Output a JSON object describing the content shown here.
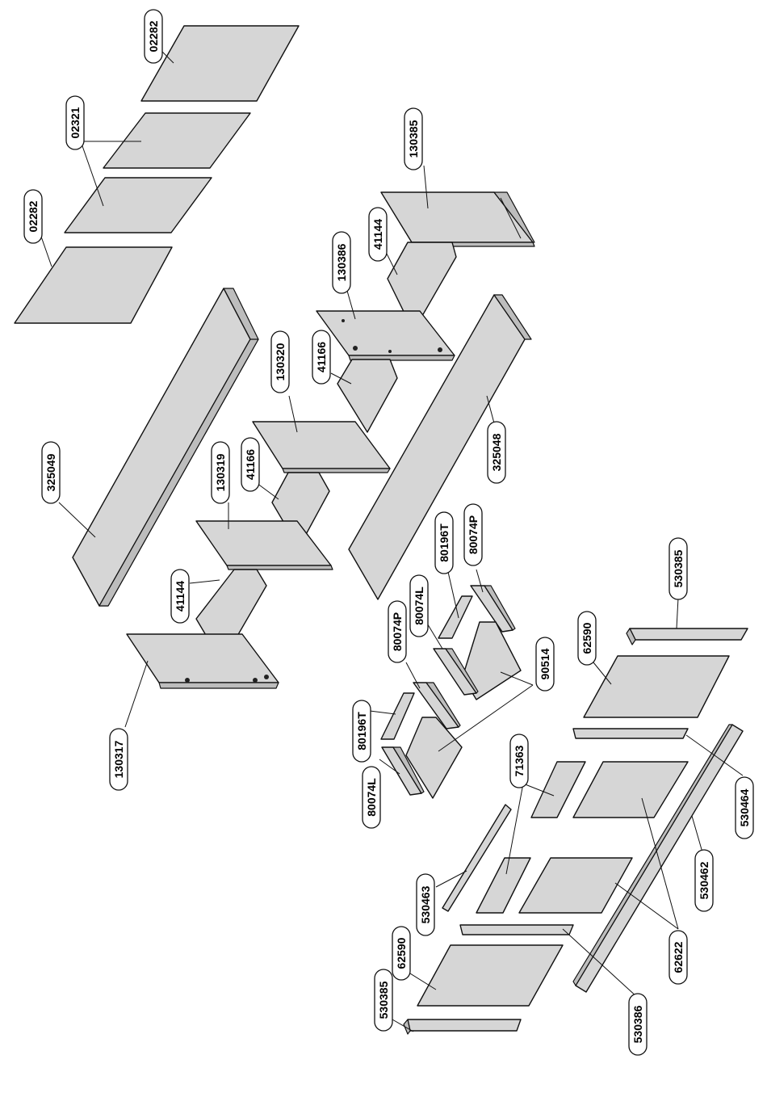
{
  "part_labels": [
    {
      "id": "tag-02282-top",
      "number": "02282"
    },
    {
      "id": "tag-02321",
      "number": "02321"
    },
    {
      "id": "tag-02282-left",
      "number": "02282"
    },
    {
      "id": "tag-130385-top",
      "number": "130385"
    },
    {
      "id": "tag-41144-top",
      "number": "41144"
    },
    {
      "id": "tag-130386",
      "number": "130386"
    },
    {
      "id": "tag-41166-top",
      "number": "41166"
    },
    {
      "id": "tag-130320",
      "number": "130320"
    },
    {
      "id": "tag-325049",
      "number": "325049"
    },
    {
      "id": "tag-41166-mid",
      "number": "41166"
    },
    {
      "id": "tag-130319",
      "number": "130319"
    },
    {
      "id": "tag-41144-bottom",
      "number": "41144"
    },
    {
      "id": "tag-130317",
      "number": "130317"
    },
    {
      "id": "tag-325048",
      "number": "325048"
    },
    {
      "id": "tag-80074P-right",
      "number": "80074P"
    },
    {
      "id": "tag-80196T-right",
      "number": "80196T"
    },
    {
      "id": "tag-80074L-right",
      "number": "80074L"
    },
    {
      "id": "tag-90514",
      "number": "90514"
    },
    {
      "id": "tag-80074P-left",
      "number": "80074P"
    },
    {
      "id": "tag-80196T-left",
      "number": "80196T"
    },
    {
      "id": "tag-80074L-left",
      "number": "80074L"
    },
    {
      "id": "tag-530385-right",
      "number": "530385"
    },
    {
      "id": "tag-62590-right",
      "number": "62590"
    },
    {
      "id": "tag-71363",
      "number": "71363"
    },
    {
      "id": "tag-530464",
      "number": "530464"
    },
    {
      "id": "tag-530462",
      "number": "530462"
    },
    {
      "id": "tag-530463",
      "number": "530463"
    },
    {
      "id": "tag-62622",
      "number": "62622"
    },
    {
      "id": "tag-530385-left",
      "number": "530385"
    },
    {
      "id": "tag-62590-left",
      "number": "62590"
    },
    {
      "id": "tag-530386",
      "number": "530386"
    }
  ]
}
